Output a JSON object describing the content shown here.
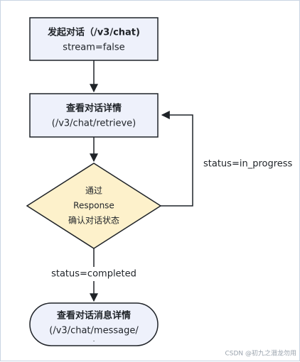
{
  "nodes": {
    "start_chat": {
      "line1": "发起对话（/v3/chat)",
      "line2": "stream=false"
    },
    "retrieve_chat": {
      "line1": "查看对话详情",
      "line2": "(/v3/chat/retrieve)"
    },
    "decision": {
      "line1": "通过",
      "line2": "Response",
      "line3": "确认对话状态"
    },
    "message_detail": {
      "line1": "查看对话消息详情",
      "line2": "(/v3/chat/message/",
      "line3": "·"
    }
  },
  "edges": {
    "loop_label": "status=in_progress",
    "completed_label": "status=completed"
  },
  "watermark": "CSDN @初九之潜龙勿用",
  "colors": {
    "box_fill": "#eef1fb",
    "box_stroke": "#1f2328",
    "diamond_fill": "#fdf1cb",
    "line": "#1f2328"
  }
}
